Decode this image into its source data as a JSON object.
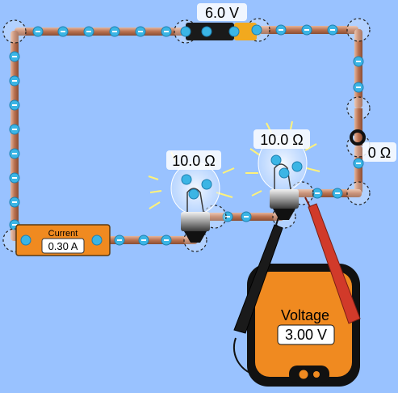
{
  "battery": {
    "voltage_label": "6.0 V"
  },
  "bulbs": [
    {
      "resistance_label": "10.0 Ω"
    },
    {
      "resistance_label": "10.0 Ω"
    }
  ],
  "wire_resistor": {
    "resistance_label": "0 Ω"
  },
  "ammeter": {
    "title": "Current",
    "reading": "0.30 A"
  },
  "voltmeter": {
    "title": "Voltage",
    "reading": "3.00 V"
  },
  "colors": {
    "background": "#99c2ff",
    "wire": "#c98a6a",
    "electron": "#3bb5e5",
    "meter_orange": "#f08a20",
    "probe_red": "#d13a2a",
    "probe_black": "#222222"
  }
}
